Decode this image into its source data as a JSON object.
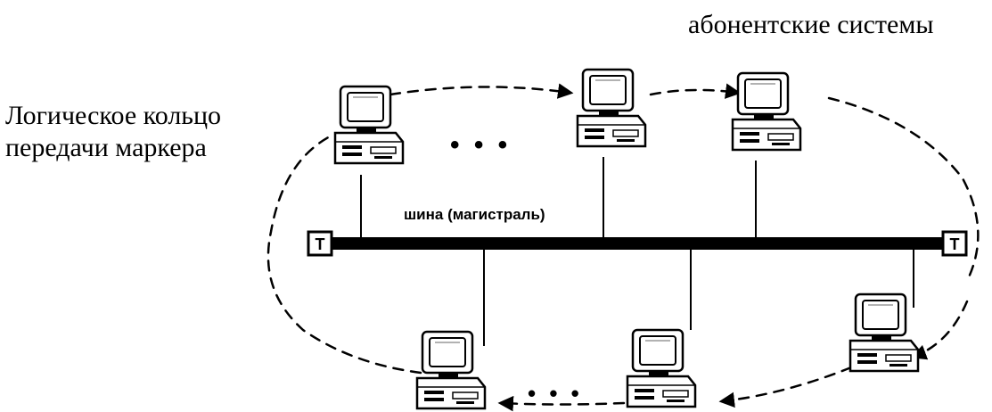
{
  "captions": {
    "ring_line1": "Логическое кольцо",
    "ring_line2": "передачи маркера",
    "systems": "абонентские системы"
  },
  "bus": {
    "label": "шина (магистраль)",
    "terminator_left": "T",
    "terminator_right": "T"
  },
  "ellipsis_symbol": "• • •",
  "colors": {
    "ink": "#000000",
    "background": "#ffffff"
  },
  "icons": {
    "workstation": "desktop-computer-icon",
    "terminator": "terminator-icon"
  }
}
